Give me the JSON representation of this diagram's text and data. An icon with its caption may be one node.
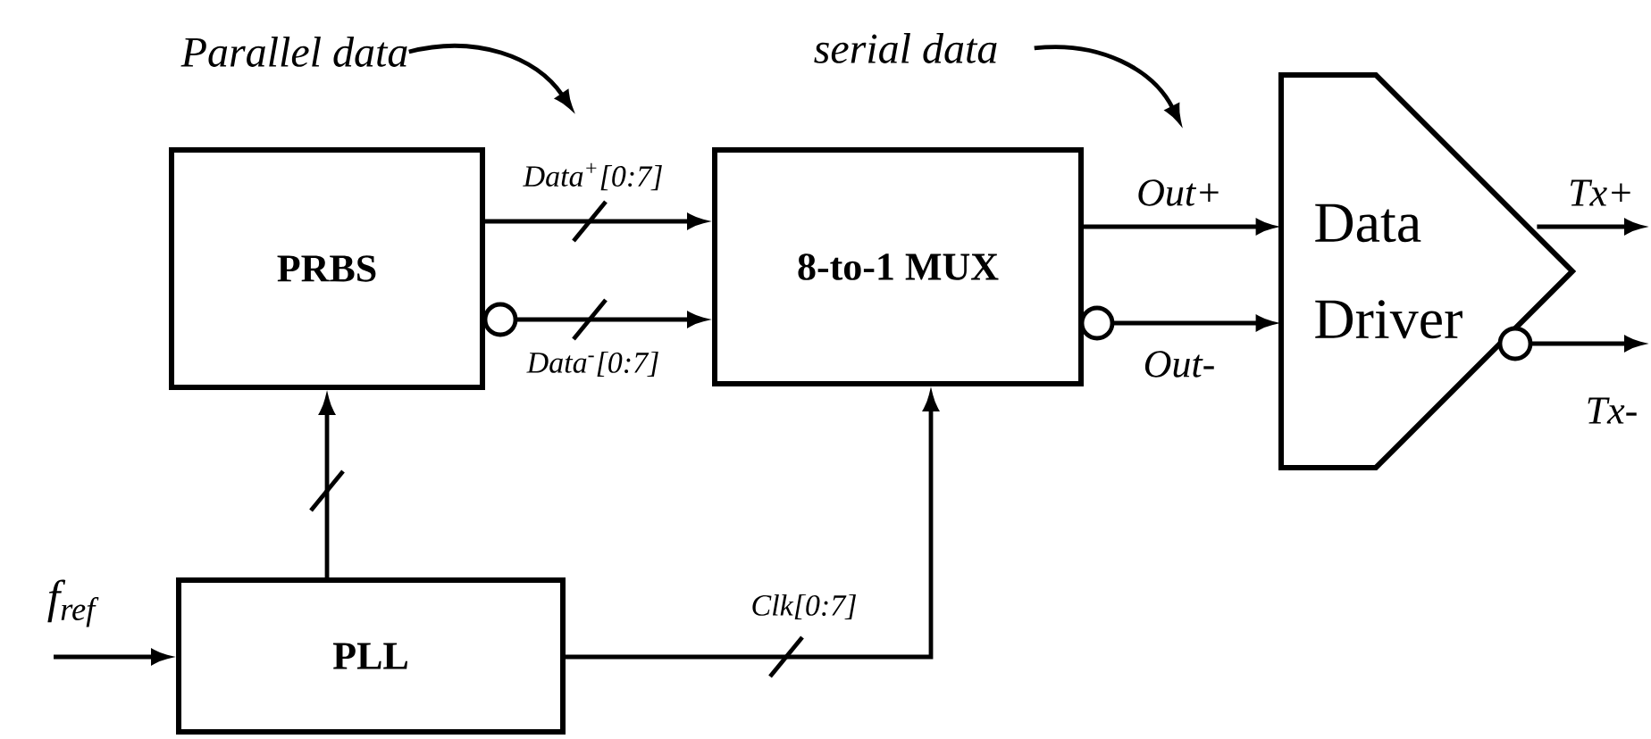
{
  "diagram": {
    "nodes": [
      {
        "text": [
          "PRBS"
        ]
      },
      {
        "text": [
          "8-to-1 MUX"
        ]
      },
      {
        "text": [
          "Data Driver"
        ]
      },
      {
        "text": [
          "PLL"
        ]
      },
      {
        "text": [
          "Parallel data"
        ]
      },
      {
        "text": [
          "serial data"
        ]
      }
    ],
    "edges": [
      {
        "from": 0,
        "to": 1,
        "arrow": "to",
        "label": "Data$^{+}$[0:7]"
      },
      {
        "from": 0,
        "to": 1,
        "arrow": "to",
        "label": "Data$^{-}$[0:7]"
      },
      {
        "from": 1,
        "to": 2,
        "arrow": "to",
        "label": "Out+"
      },
      {
        "from": 1,
        "to": 2,
        "arrow": "to",
        "label": "Out-"
      },
      {
        "from": 2,
        "to": null,
        "arrow": "to",
        "label": "Tx+"
      },
      {
        "from": 2,
        "to": null,
        "arrow": "to",
        "label": "Tx-"
      },
      {
        "from": 3,
        "to": 0,
        "arrow": "to"
      },
      {
        "from": 3,
        "to": 1,
        "arrow": "to",
        "label": "Clk[0:7]"
      },
      {
        "from": null,
        "to": 3,
        "arrow": "to",
        "label": "f$_{ref}$"
      },
      {
        "from": 4,
        "to": null,
        "arrow": "to"
      },
      {
        "from": 5,
        "to": null,
        "arrow": "to"
      }
    ]
  }
}
